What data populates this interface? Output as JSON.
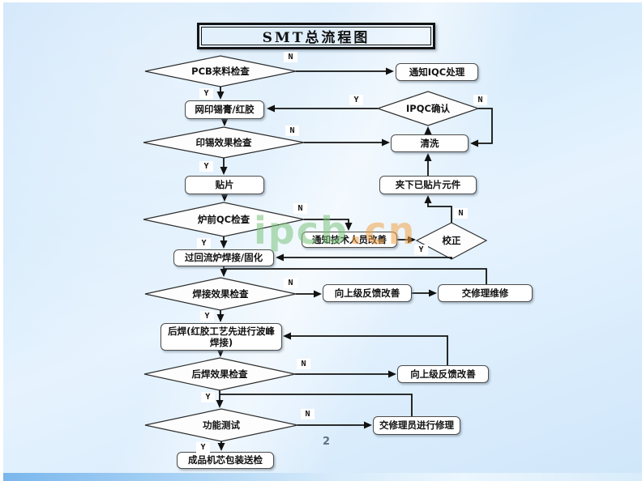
{
  "title": "SMT总流程图",
  "page_number": "2",
  "watermark": {
    "name": "ipcb",
    "tld": ".cn"
  },
  "branch": {
    "yes": "Y",
    "no": "N"
  },
  "nodes": {
    "d1": "PCB来料检查",
    "r1": "通知IQC处理",
    "r2": "网印锡膏/红胶",
    "d2": "IPQC确认",
    "d3": "印锡效果检查",
    "r3": "清洗",
    "r4": "夹下已贴片元件",
    "r5": "贴片",
    "d4": "炉前QC检查",
    "r6": "通知技术人员改善",
    "d5": "校正",
    "r7": "过回流炉焊接/固化",
    "d6": "焊接效果检查",
    "r8": "向上级反馈改善",
    "r9": "交修理维修",
    "r10": "后焊(红胶工艺先进行波峰焊接)",
    "d7": "后焊效果检查",
    "r11": "向上级反馈改善",
    "d8": "功能测试",
    "r12": "交修理员进行修理",
    "r13": "成品机芯包装送检"
  },
  "colors": {
    "line": "#121212",
    "node_border": "#4d4d4d",
    "watermark_green": "#7cc47c",
    "watermark_orange": "#f2a44a",
    "footer_blue": "#79b6ec",
    "page_number": "#5f7285"
  }
}
